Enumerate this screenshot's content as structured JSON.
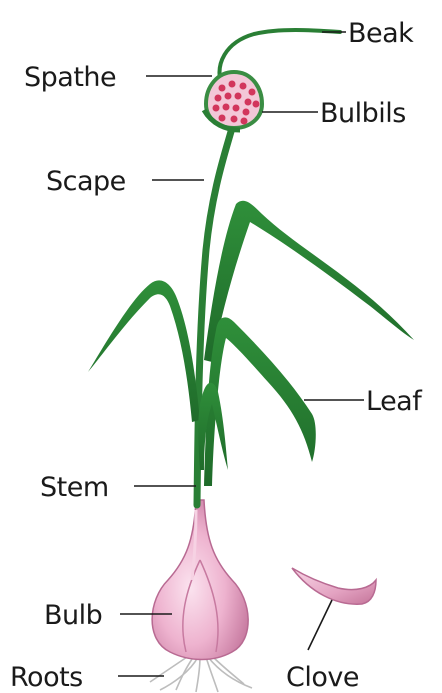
{
  "labels": {
    "beak": "Beak",
    "spathe": "Spathe",
    "bulbils": "Bulbils",
    "scape": "Scape",
    "leaf": "Leaf",
    "stem": "Stem",
    "bulb": "Bulb",
    "roots": "Roots",
    "clove": "Clove"
  },
  "colors": {
    "leaf_dark": "#1f6b2a",
    "leaf_mid": "#2f8f3a",
    "bulb_pink": "#e9a9c6",
    "bulb_shade": "#c77aa0",
    "bulbil_red": "#d2365c",
    "root_gray": "#bdbdbd"
  }
}
